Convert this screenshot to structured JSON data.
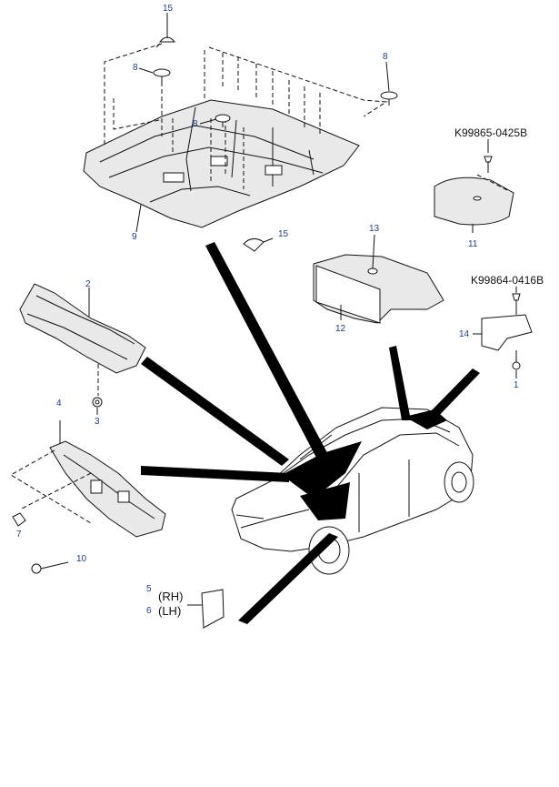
{
  "callouts": {
    "c15_top": "15",
    "c8_left": "8",
    "c8_right": "8",
    "c8_mid": "8",
    "c9": "9",
    "c15_mid": "15",
    "c13": "13",
    "c12": "12",
    "c11": "11",
    "c14": "14",
    "c1": "1",
    "c2": "2",
    "c3": "3",
    "c4": "4",
    "c7": "7",
    "c10": "10",
    "c5": "5",
    "c6": "6"
  },
  "part_numbers": {
    "upper": "K99865-0425B",
    "lower": "K99864-0416B"
  },
  "sides": {
    "rh": "(RH)",
    "lh": "(LH)"
  }
}
